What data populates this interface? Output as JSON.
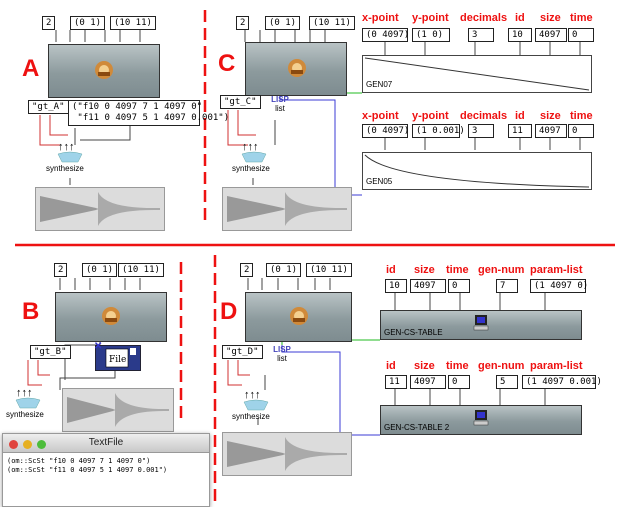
{
  "sections": {
    "A": {
      "letter": "A"
    },
    "B": {
      "letter": "B"
    },
    "C": {
      "letter": "C"
    },
    "D": {
      "letter": "D"
    }
  },
  "common": {
    "input_2": "2",
    "input_01": "(0 1)",
    "input_1011": "(10 11)",
    "synthesize": "synthesize"
  },
  "A": {
    "name": "\"gt_A\"",
    "scores": "(\"f10 0 4097 7 1 4097 0\"\n \"f11 0 4097 5 1 4097 0.001\")"
  },
  "B": {
    "name": "\"gt_B\""
  },
  "C": {
    "name": "\"gt_C\"",
    "lisp_label": "LISP",
    "lisp_sub": "list",
    "table1": {
      "headers": [
        "x-point",
        "y-point",
        "decimals",
        "id",
        "size",
        "time"
      ],
      "values": [
        "(0 4097)",
        "(1 0)",
        "3",
        "10",
        "4097",
        "0"
      ],
      "name": "GEN07"
    },
    "table2": {
      "headers": [
        "x-point",
        "y-point",
        "decimals",
        "id",
        "size",
        "time"
      ],
      "values": [
        "(0 4097)",
        "(1 0.001)",
        "3",
        "11",
        "4097",
        "0"
      ],
      "name": "GEN05"
    }
  },
  "D": {
    "name": "\"gt_D\"",
    "lisp_label": "LISP",
    "lisp_sub": "list",
    "table1": {
      "headers": [
        "id",
        "size",
        "time",
        "gen-num",
        "param-list"
      ],
      "values": [
        "10",
        "4097",
        "0",
        "7",
        "(1 4097 0)"
      ],
      "name": "GEN-CS-TABLE"
    },
    "table2": {
      "headers": [
        "id",
        "size",
        "time",
        "gen-num",
        "param-list"
      ],
      "values": [
        "11",
        "4097",
        "0",
        "5",
        "(1 4097 0.001)"
      ],
      "name": "GEN-CS-TABLE 2"
    }
  },
  "textfile": {
    "title": "TextFile",
    "content": "(om::ScSt \"f10 0 4097 7 1 4097 0\")\n(om::ScSt \"f11 0 4097 5 1 4097 0.001\")"
  },
  "colors": {
    "label_red": "#e11111",
    "divider_red": "#e11111",
    "wire_blue": "#3b3bd6",
    "wire_red": "#d03030",
    "wire_green": "#22bb22",
    "outlet_blue": "#6060d0",
    "inlet_red": "#c02020"
  }
}
